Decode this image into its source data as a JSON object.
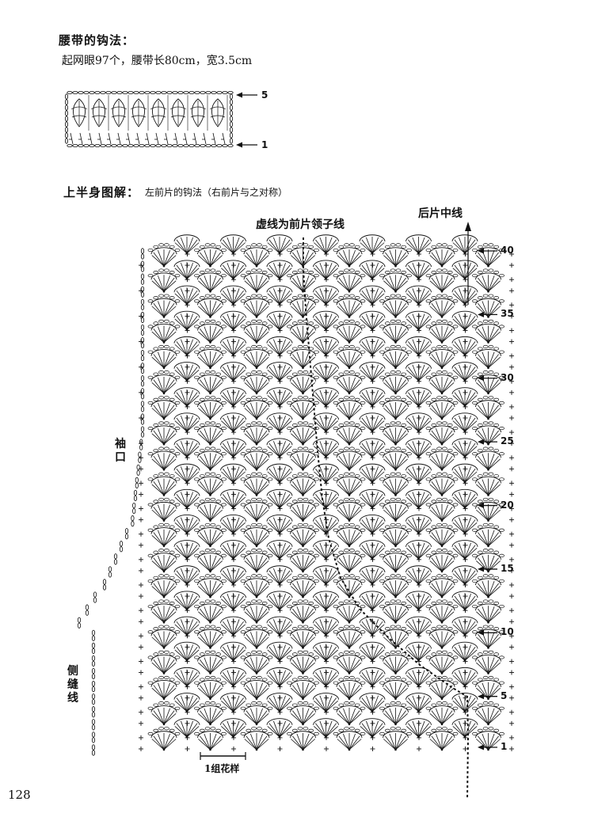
{
  "belt": {
    "title": "腰带的钩法：",
    "note": "起网眼97个，腰带长80cm，宽3.5cm",
    "row_labels": [
      "5",
      "1"
    ]
  },
  "upper": {
    "title": "上半身图解：",
    "subtitle": "左前片的钩法（右前片与之对称）",
    "neck_label": "虚线为前片领子线",
    "back_center_label": "后片中线",
    "armhole_label": "袖口",
    "side_seam_label": "侧缝线",
    "pattern_label": "1组花样",
    "row_labels": [
      {
        "row": 40,
        "text": "40"
      },
      {
        "row": 35,
        "text": "35"
      },
      {
        "row": 30,
        "text": "30"
      },
      {
        "row": 25,
        "text": "25"
      },
      {
        "row": 20,
        "text": "20"
      },
      {
        "row": 15,
        "text": "15"
      },
      {
        "row": 10,
        "text": "10"
      },
      {
        "row": 5,
        "text": "5"
      },
      {
        "row": 1,
        "text": "1"
      }
    ]
  },
  "page_number": "128",
  "colors": {
    "ink": "#111111",
    "paper": "#ffffff"
  }
}
